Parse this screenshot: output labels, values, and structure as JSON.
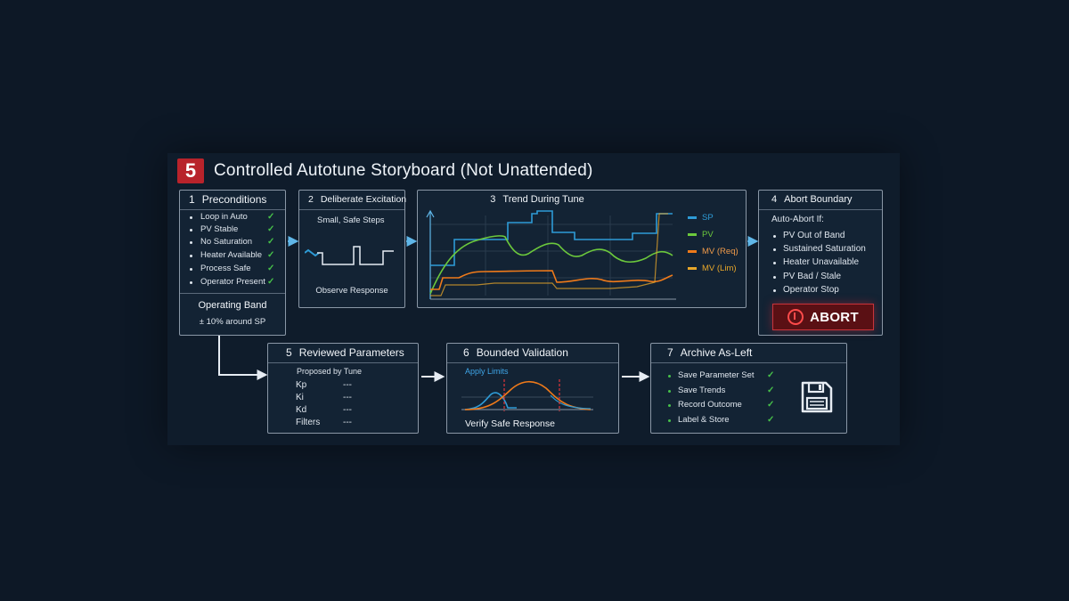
{
  "header": {
    "step_number": "5",
    "title": "Controlled Autotune Storyboard (Not Unattended)"
  },
  "panels": {
    "preconditions": {
      "number": "1",
      "title": "Preconditions",
      "items": [
        "Loop in Auto",
        "PV Stable",
        "No Saturation",
        "Heater Available",
        "Process Safe",
        "Operator Present"
      ],
      "band_title": "Operating Band",
      "band_value": "± 10% around SP"
    },
    "excitation": {
      "number": "2",
      "title": "Deliberate Excitation",
      "subtitle": "Small, Safe Steps",
      "caption": "Observe Response"
    },
    "trend": {
      "number": "3",
      "title": "Trend During Tune",
      "legend": [
        {
          "label": "SP",
          "color": "#2e9bd6"
        },
        {
          "label": "PV",
          "color": "#6cc93c"
        },
        {
          "label": "MV (Req)",
          "color": "#ef7a1a"
        },
        {
          "label": "MV (Lim)",
          "color": "#e8a72a"
        }
      ]
    },
    "abort": {
      "number": "4",
      "title": "Abort Boundary",
      "subtitle": "Auto-Abort If:",
      "items": [
        "PV Out of Band",
        "Sustained Saturation",
        "Heater Unavailable",
        "PV Bad / Stale",
        "Operator Stop"
      ],
      "button_label": "ABORT",
      "accent": "#c8343b"
    },
    "parameters": {
      "number": "5",
      "title": "Reviewed Parameters",
      "subtitle": "Proposed by Tune",
      "rows": [
        {
          "name": "Kp",
          "value": "---"
        },
        {
          "name": "Ki",
          "value": "---"
        },
        {
          "name": "Kd",
          "value": "---"
        },
        {
          "name": "Filters",
          "value": "---"
        }
      ]
    },
    "validation": {
      "number": "6",
      "title": "Bounded Validation",
      "limits_label": "Apply Limits",
      "caption": "Verify Safe Response"
    },
    "archive": {
      "number": "7",
      "title": "Archive As-Left",
      "items": [
        "Save Parameter Set",
        "Save Trends",
        "Record Outcome",
        "Label & Store"
      ]
    }
  },
  "icons": {
    "check": "✓",
    "save": "floppy-disk-icon",
    "abort": "stop-icon"
  },
  "colors": {
    "check": "#47c24a",
    "accent_red": "#b8232b",
    "arrow": "#5fb6e8"
  }
}
